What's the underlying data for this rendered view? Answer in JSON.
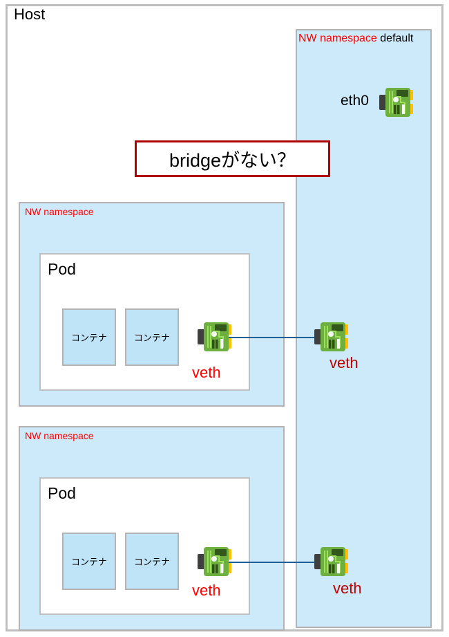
{
  "diagram": {
    "host": {
      "label": "Host"
    },
    "default_namespace": {
      "label_red": "NW namespace",
      "label_black": "default",
      "eth0_label": "eth0",
      "nic_icon": "network-card-icon"
    },
    "callout": {
      "text": "bridgeがない？",
      "border_color": "#b00000"
    },
    "colors": {
      "namespace_fill": "#cceaf9",
      "container_fill": "#bfe3f7",
      "frame_border": "#bfbfbf",
      "box_border": "#b3b3b3",
      "veth_red": "#ff0000",
      "veth_dark_red": "#c00000",
      "link_line": "#1f5f96",
      "nic_green": "#6eb03f",
      "nic_yellow": "#ffc000",
      "nic_connector": "#3f3f3f"
    },
    "namespaces": [
      {
        "label": "NW namespace",
        "pod": {
          "label": "Pod",
          "containers": [
            {
              "label": "コンテナ"
            },
            {
              "label": "コンテナ"
            }
          ]
        },
        "inner_veth": {
          "label": "veth",
          "icon": "network-card-icon"
        },
        "outer_veth": {
          "label": "veth",
          "icon": "network-card-icon"
        }
      },
      {
        "label": "NW namespace",
        "pod": {
          "label": "Pod",
          "containers": [
            {
              "label": "コンテナ"
            },
            {
              "label": "コンテナ"
            }
          ]
        },
        "inner_veth": {
          "label": "veth",
          "icon": "network-card-icon"
        },
        "outer_veth": {
          "label": "veth",
          "icon": "network-card-icon"
        }
      }
    ]
  }
}
